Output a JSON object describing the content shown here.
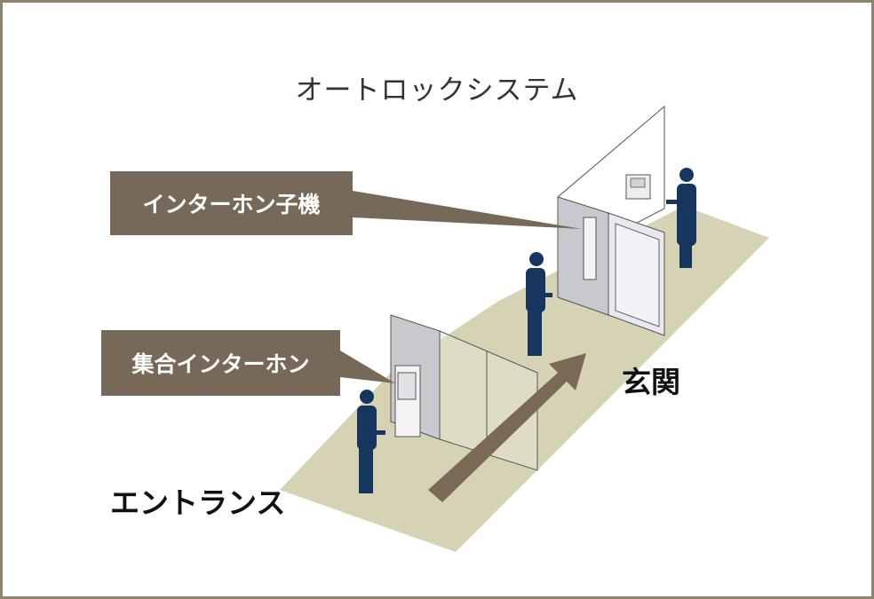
{
  "title": "オートロックシステム",
  "labels": {
    "unit_intercom": "インターホン子機",
    "collective_intercom": "集合インターホン"
  },
  "places": {
    "entrance": "エントランス",
    "front_door": "玄関"
  },
  "colors": {
    "border": "#8d846b",
    "label_bg": "#76695a",
    "floor": "#d6d2b4",
    "figure": "#17365f",
    "arrow": "#7a6a55"
  }
}
